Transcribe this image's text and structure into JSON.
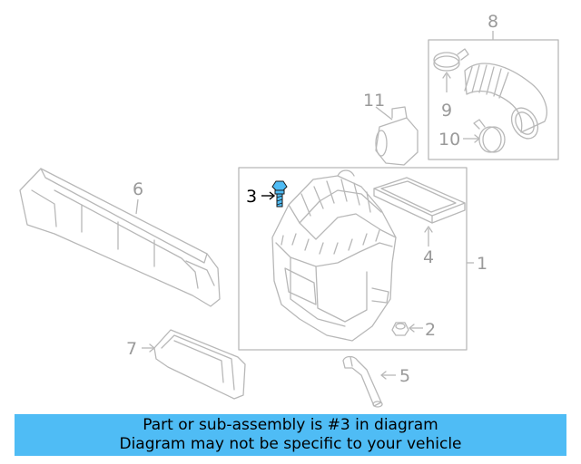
{
  "highlight_color": "#4fbcf5",
  "banner": {
    "line1": "Part or sub-assembly is #3 in diagram",
    "line2": "Diagram may not be specific to your vehicle"
  },
  "callouts": {
    "c1": "1",
    "c2": "2",
    "c3": "3",
    "c4": "4",
    "c5": "5",
    "c6": "6",
    "c7": "7",
    "c8": "8",
    "c9": "9",
    "c10": "10",
    "c11": "11"
  }
}
